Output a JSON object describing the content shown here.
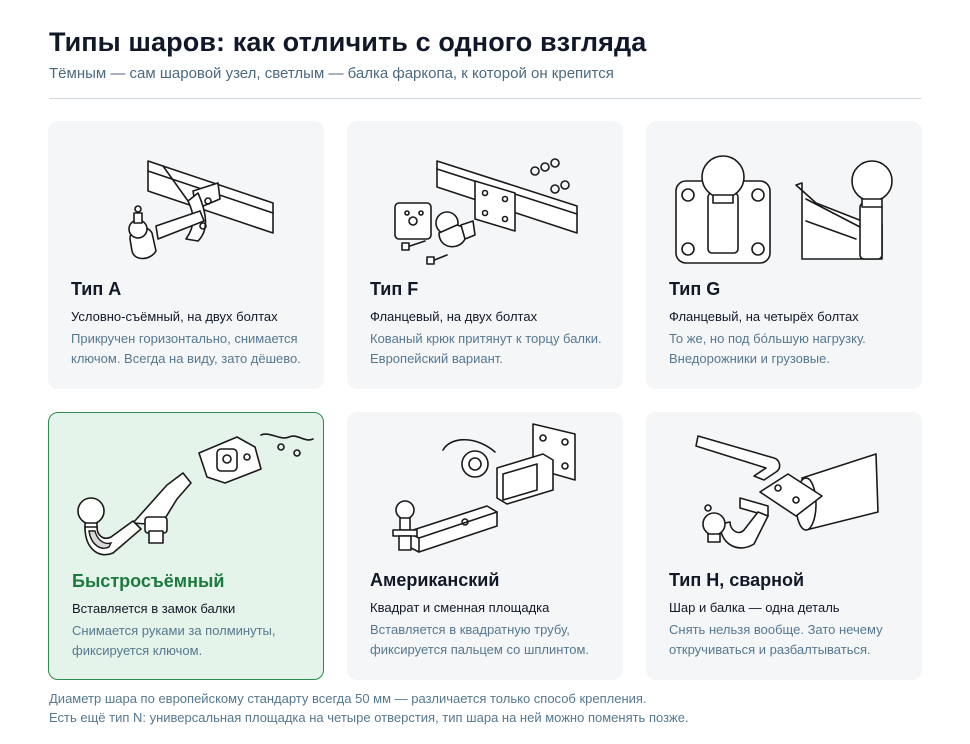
{
  "header": {
    "title": "Типы шаров: как отличить с одного взгляда",
    "subtitle": "Тёмным — сам шаровой узел, светлым — балка фаркопа, к которой он крепится"
  },
  "cards": [
    {
      "title": "Тип A",
      "subtitle": "Условно-съёмный, на двух болтах",
      "description": "Прикручен горизонтально, снимается ключом. Всегда на виду, зато дёшево.",
      "illustration": "towbar-type-a-drawing"
    },
    {
      "title": "Тип F",
      "subtitle": "Фланцевый, на двух болтах",
      "description": "Кованый крюк притянут к торцу балки. Европейский вариант.",
      "illustration": "towbar-type-f-drawing"
    },
    {
      "title": "Тип G",
      "subtitle": "Фланцевый, на четырёх болтах",
      "description": "То же, но под бóльшую нагрузку. Внедорожники и грузовые.",
      "illustration": "towbar-type-g-drawing"
    },
    {
      "title": "Быстросъёмный",
      "subtitle": "Вставляется в замок балки",
      "description": "Снимается руками за полминуты, фиксируется ключом.",
      "illustration": "towbar-quick-release-drawing",
      "selected": true
    },
    {
      "title": "Американский",
      "subtitle": "Квадрат и сменная площадка",
      "description": "Вставляется в квадратную трубу, фиксируется пальцем со шплинтом.",
      "illustration": "towbar-american-drawing"
    },
    {
      "title": "Тип H, сварной",
      "subtitle": "Шар и балка — одна деталь",
      "description": "Снять нельзя вообще. Зато нечему откручиваться и разбалтываться.",
      "illustration": "towbar-type-h-drawing"
    }
  ],
  "footnotes": [
    "Диаметр шара по европейскому стандарту всегда 50 мм — различается только способ крепления.",
    "Есть ещё тип N: универсальная площадка на четыре отверстия, тип шара на ней можно поменять позже."
  ],
  "colors": {
    "card_background": "#f5f6f8",
    "selected_background": "#e5f4ea",
    "selected_border": "#2e8b4e",
    "selected_title": "#1d7a3e",
    "muted_text": "#56788f"
  }
}
